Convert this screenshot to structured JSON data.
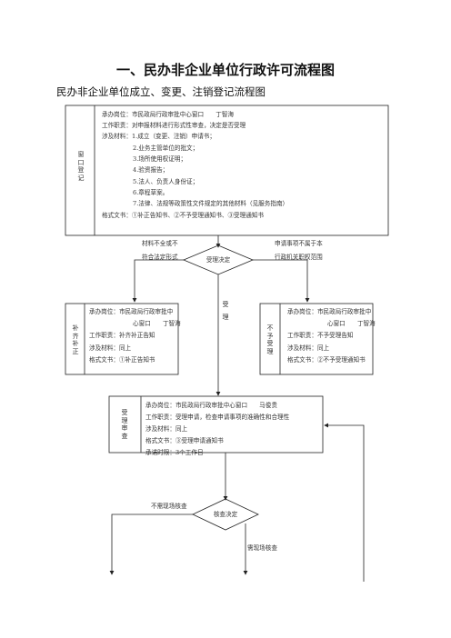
{
  "title": "一、民办非企业单位行政许可流程图",
  "subtitle": "民办非企业单位成立、变更、注销登记流程图",
  "box1": {
    "label": "窗口登记",
    "lines": [
      "承办岗位：市民政局行政审批中心窗口　　丁智海",
      "工作职责：对申报材料进行形式性审查，决定是否受理",
      "涉及材料：1.成立（变更、注销）申请书；",
      "2.业务主管单位的批文；",
      "3.场所使用权证明；",
      "4.验资报告；",
      "5.法人、负责人身份证；",
      "6.章程草案。",
      "7.法律、法规等政策性文件规定的其他材料（见服务指南）",
      "格式文书：①补正告知书、②不予受理通知书、③受理通知书"
    ]
  },
  "decision1": {
    "label": "受理决定",
    "left_note_1": "材料不全或不",
    "left_note_2": "符合法定形式",
    "right_note_1": "申请事项不属于本",
    "right_note_2": "行政机关职权范围",
    "down_note": "受理"
  },
  "box_left": {
    "label": "补齐补正",
    "lines": [
      "承办岗位：市民政局行政审批中",
      "心窗口　　丁智海",
      "工作职责：补齐补正告知",
      "涉及材料：同上",
      "格式文书：①补正告知书"
    ]
  },
  "box_right": {
    "label": "不予受理",
    "lines": [
      "承办岗位：市民政局行政审批中",
      "心窗口　　丁智海",
      "工作职责：不予受理告知",
      "涉及材料：同上",
      "格式文书：②不予受理通知书"
    ]
  },
  "box_review": {
    "label": "受理审查",
    "lines": [
      "承办岗位：市民政局行政审批中心窗口　　马俊贵",
      "工作职责：受理申请，检查申请事项的准确性和合理性",
      "涉及材料：同上",
      "格式文书：③受理申请通知书",
      "承诺时限：3个工作日"
    ]
  },
  "decision2": {
    "label": "核查决定",
    "left_note": "不需现场核查",
    "down_note": "需现场核查"
  }
}
